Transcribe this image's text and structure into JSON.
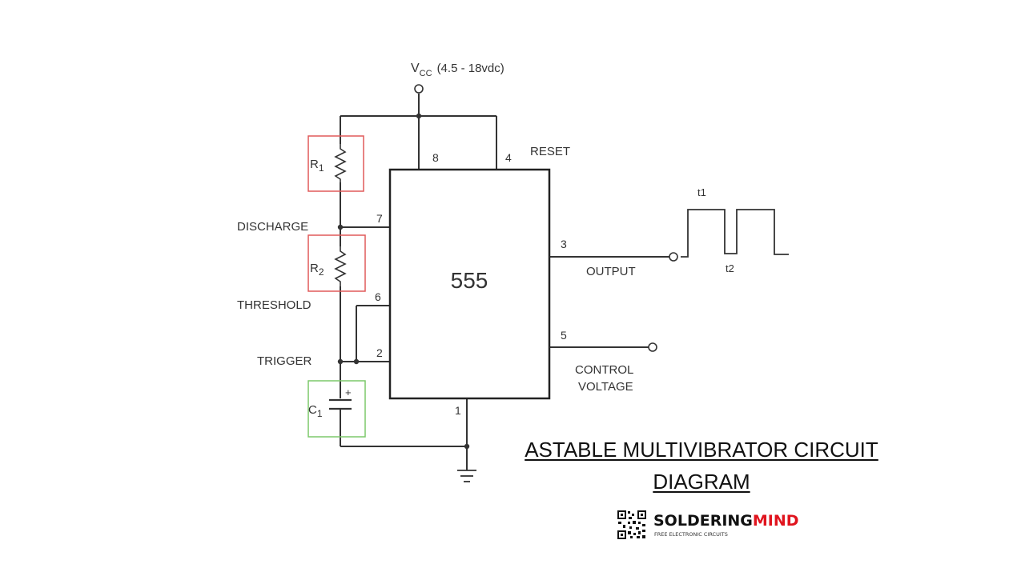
{
  "diagram": {
    "supply_label_main": "V",
    "supply_label_sub": "CC",
    "supply_range": "(4.5 - 18vdc)",
    "chip_label": "555",
    "pins": {
      "p8": "8",
      "p4": "4",
      "p7": "7",
      "p6": "6",
      "p2": "2",
      "p1": "1",
      "p3": "3",
      "p5": "5"
    },
    "labels": {
      "reset": "RESET",
      "discharge": "DISCHARGE",
      "threshold": "THRESHOLD",
      "trigger": "TRIGGER",
      "output": "OUTPUT",
      "control_line1": "CONTROL",
      "control_line2": "VOLTAGE",
      "t1": "t1",
      "t2": "t2"
    },
    "components": {
      "r1_main": "R",
      "r1_sub": "1",
      "r2_main": "R",
      "r2_sub": "2",
      "c1_main": "C",
      "c1_sub": "1",
      "plus": "+"
    },
    "highlight_colors": {
      "resistor_box": "#e05a5a",
      "capacitor_box": "#7cc96a"
    }
  },
  "caption": {
    "line1": "ASTABLE MULTIVIBRATOR CIRCUIT",
    "line2": "DIAGRAM"
  },
  "brand": {
    "name_part1": "SOLDERING",
    "name_part2": "MIND",
    "tagline": "FREE ELECTRONIC CIRCUITS",
    "color_dark": "#111111",
    "color_accent": "#e0141e"
  }
}
